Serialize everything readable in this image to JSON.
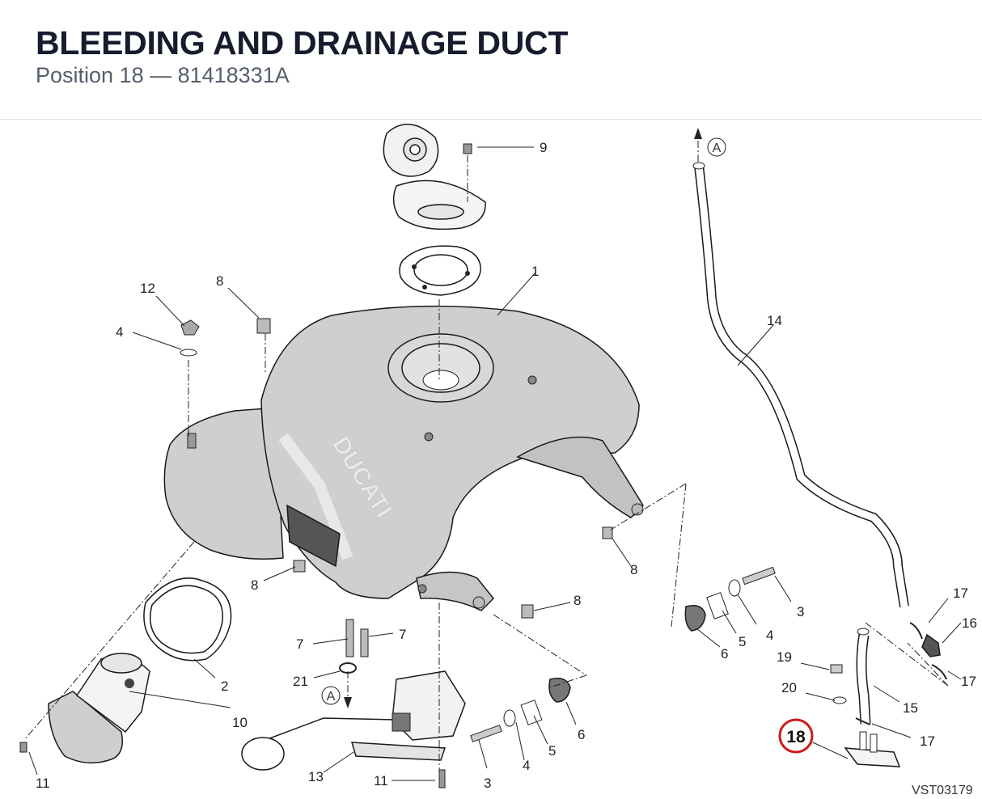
{
  "header": {
    "title": "BLEEDING AND DRAINAGE DUCT",
    "subtitle": "Position 18 — 81418331A"
  },
  "diagram": {
    "brand_mark": "DUCATI",
    "reference_code": "VST03179",
    "arrow_ref": "A",
    "highlighted_position": "18",
    "callouts": {
      "c1": "1",
      "c2": "2",
      "c3a": "3",
      "c3b": "3",
      "c4a": "4",
      "c4b": "4",
      "c4c": "4",
      "c5a": "5",
      "c5b": "5",
      "c6a": "6",
      "c6b": "6",
      "c7a": "7",
      "c7b": "7",
      "c8a": "8",
      "c8b": "8",
      "c8c": "8",
      "c8d": "8",
      "c9": "9",
      "c10": "10",
      "c11a": "11",
      "c11b": "11",
      "c12": "12",
      "c13": "13",
      "c14": "14",
      "c15": "15",
      "c16": "16",
      "c17a": "17",
      "c17b": "17",
      "c17c": "17",
      "c19": "19",
      "c20": "20",
      "c21": "21"
    }
  },
  "colors": {
    "title": "#161b2d",
    "subtitle": "#555e6c",
    "tank_fill": "#cfcfcf",
    "highlight_ring": "#cc1a1a"
  }
}
